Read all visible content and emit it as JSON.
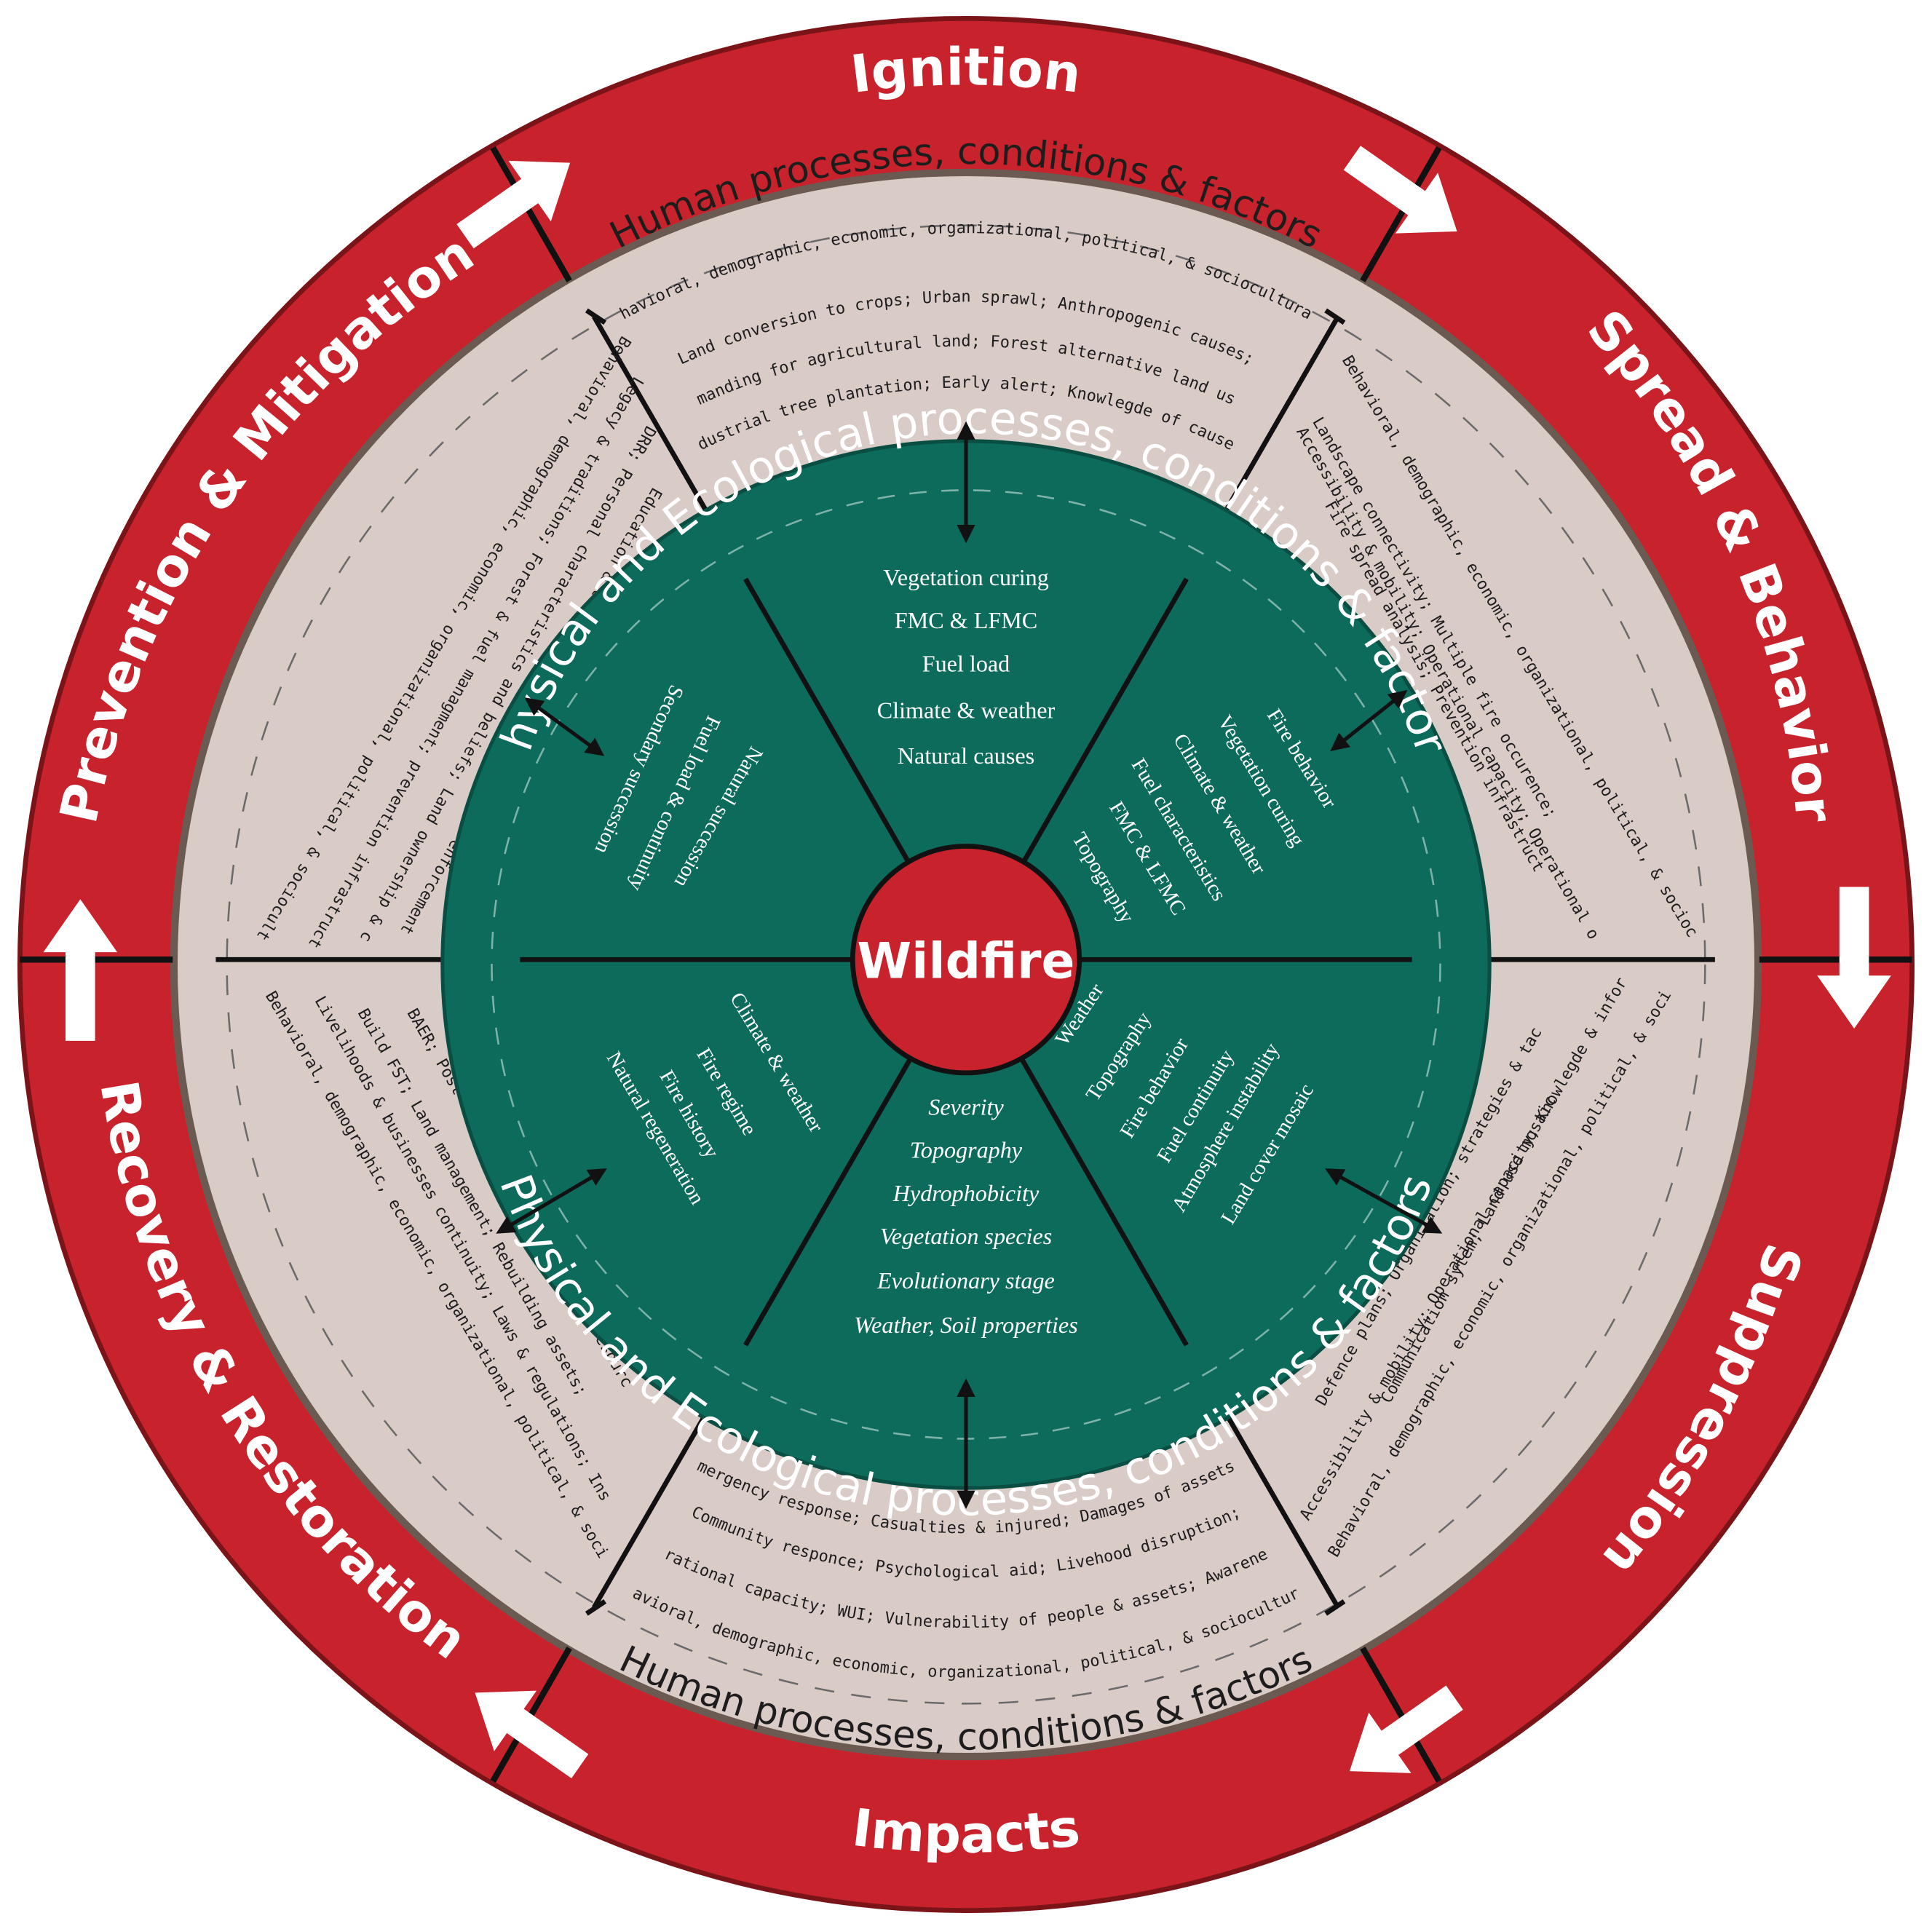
{
  "colors": {
    "red": "#c8232c",
    "beige": "#d9cbc6",
    "brownRing": "#6b5a52",
    "green": "#0d6b5c",
    "line": "#111111",
    "white": "#ffffff"
  },
  "center": "Wildfire",
  "phases": {
    "ignition": "Ignition",
    "spread": "Spread & Behavior",
    "suppression": "Suppression",
    "impacts": "Impacts",
    "recovery": "Recovery & Restoration",
    "prevention": "Prevention & Mitigation"
  },
  "human_ring": {
    "top": "Human processes, conditions & factors",
    "bottom": "Human processes, conditions & factors"
  },
  "eco_ring": {
    "top": "Physical and  Ecological processes, conditions & factors",
    "bottom": "Physical and  Ecological processes, conditions & factors"
  },
  "human_sectors": {
    "ignition": [
      "Behavioral, demographic, economic, organizational, political, & sociocultural;",
      "Land conversion to crops; Urban sprawl; Anthropogenic causes;",
      "Demanding for agricultural land; Forest alternative land use;",
      "Industrial tree plantation; Early alert; Knowlegde of causes."
    ],
    "spread": [
      "Behavioral, demographic, economic, organizational, political, & sociocultural;",
      "Landscape connectivity; Multiple fire occurence;",
      "Accessibility & mobility; Operational capacity; Operational orders;",
      "Fire spread analysis; Prevention infrastructures."
    ],
    "suppression": [
      "Defence plans; Organization; strategies & tactics;",
      "Communication sytem; Land use mosaic",
      "Accessibility & mobility; Operational capacity; Knowlegde & information;",
      "Behavioral, demographic, economic, organizational, political, & sociocultural."
    ],
    "impacts": [
      "Emergency response; Casualties & injured; Damages of assets;",
      "Community responce; Psychological aid; Livehood disruption;",
      "Operational capacity; WUI; Vulnerability of people & assets; Awareness;",
      "Behavioral, demographic, economic, organizational, political, & sociocultural."
    ],
    "recovery": [
      "BAER; Post fire mitigation; Financial resources;",
      "Build FST; Land management; Rebuilding assets;",
      "Livelihoods & businesses continuity; Laws & regulations; Insurance;",
      "Behavioral, demographic, economic, organizational, political, & sociocultural."
    ],
    "prevention": [
      "Behavioral, demographic, economic, organizational, political, & sociocultural;",
      "Legacy & traditions; Forest & fuel managment; prevention infrastructures;",
      "DRR; Personal characteristics and beliefs; Land ownership & conflits;",
      "Education & training; Land managment; Law enforcement."
    ]
  },
  "eco_sectors": {
    "ignition": [
      "Vegetation curing",
      "FMC & LFMC",
      "Fuel load",
      "Climate & weather",
      "Natural causes"
    ],
    "spread": [
      "Fire behavior",
      "Vegetation curing",
      "Climate & weather",
      "Fuel characteristics",
      "FMC & LFMC",
      "Topography"
    ],
    "suppression": [
      "Weather",
      "Topography",
      "Fire behavior",
      "Fuel continuity",
      "Atmosphere instability",
      "Land cover mosaic"
    ],
    "impacts": [
      "Severity",
      "Topography",
      "Hydrophobicity",
      "Vegetation species",
      "Evolutionary stage",
      "Weather, Soil properties"
    ],
    "recovery": [
      "Climate & weather",
      "Fire regime",
      "Fire history",
      "Natural regeneration"
    ],
    "prevention": [
      "Secondary succession",
      "Fuel load & continuity",
      "Natural succession"
    ]
  },
  "icons": {
    "cycle_arrows": "cycle-arrow-icon",
    "link_arrows": "double-arrow-icon"
  }
}
